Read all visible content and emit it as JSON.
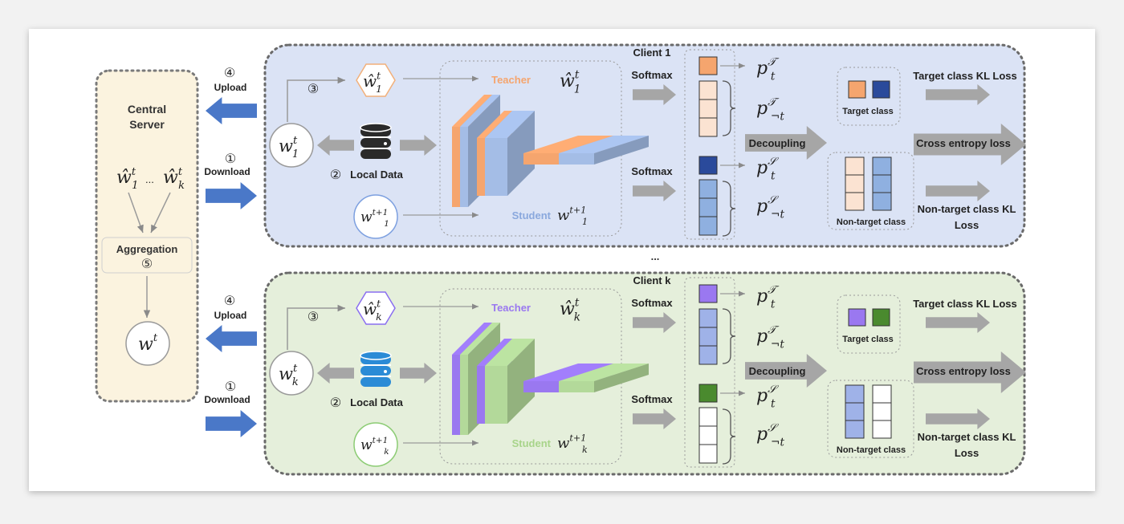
{
  "server": {
    "title_line1": "Central",
    "title_line2": "Server",
    "w_hat_1": "ŵ",
    "w_hat_1_sup": "t",
    "w_hat_1_sub": "1",
    "dots": "...",
    "w_hat_k": "ŵ",
    "w_hat_k_sup": "t",
    "w_hat_k_sub": "k",
    "aggregation": "Aggregation",
    "aggregation_step": "⑤",
    "w_global": "w",
    "w_global_sup": "t"
  },
  "between_clients": "...",
  "clients": [
    {
      "title": "Client 1",
      "upload_step": "④",
      "upload_label": "Upload",
      "download_step": "①",
      "download_label": "Download",
      "step3": "③",
      "step2": "②",
      "local_data": "Local Data",
      "teacher_label": "Teacher",
      "teacher_w": "ŵ",
      "teacher_sup": "t",
      "teacher_sub": "1",
      "student_label": "Student",
      "student_w": "w",
      "student_sup": "t+1",
      "student_sub": "1",
      "local_w": "w",
      "local_sup": "t",
      "local_sub": "1",
      "hex_w": "ŵ",
      "hex_sup": "t",
      "hex_sub": "1",
      "next_w": "w",
      "next_sup": "t+1",
      "next_sub": "1",
      "softmax_teacher": "Softmax",
      "softmax_student": "Softmax",
      "p_teacher_target": "p",
      "p_teacher_target_sup": "𝒯",
      "p_teacher_target_sub": "t",
      "p_teacher_nontarget": "p",
      "p_teacher_nontarget_sup": "𝒯",
      "p_teacher_nontarget_sub": "¬t",
      "p_student_target": "p",
      "p_student_target_sup": "𝒮",
      "p_student_target_sub": "t",
      "p_student_nontarget": "p",
      "p_student_nontarget_sup": "𝒮",
      "p_student_nontarget_sub": "¬t",
      "decoupling": "Decoupling",
      "target_class": "Target class",
      "non_target_class": "Non-target class",
      "loss_target": "Target class KL Loss",
      "loss_ce": "Cross entropy loss",
      "loss_nontarget_line1": "Non-target class KL",
      "loss_nontarget_line2": "Loss",
      "colors": {
        "panel": "#dbe3f5",
        "teacher": "#f5a56e",
        "student": "#a4bde6",
        "teacher_label": "#f5a56e",
        "student_label": "#8aa8dd",
        "teacher_target": "#f5a56e",
        "teacher_nontarget": "#fbe3d2",
        "student_target": "#2a4a9b",
        "student_nontarget": "#8fb0e0",
        "hex_stroke": "#f2b07a",
        "next_stroke": "#7da0e0",
        "db": "#2a2a2a"
      }
    },
    {
      "title": "Client k",
      "upload_step": "④",
      "upload_label": "Upload",
      "download_step": "①",
      "download_label": "Download",
      "step3": "③",
      "step2": "②",
      "local_data": "Local Data",
      "teacher_label": "Teacher",
      "teacher_w": "ŵ",
      "teacher_sup": "t",
      "teacher_sub": "k",
      "student_label": "Student",
      "student_w": "w",
      "student_sup": "t+1",
      "student_sub": "k",
      "local_w": "w",
      "local_sup": "t",
      "local_sub": "k",
      "hex_w": "ŵ",
      "hex_sup": "t",
      "hex_sub": "k",
      "next_w": "w",
      "next_sup": "t+1",
      "next_sub": "k",
      "softmax_teacher": "Softmax",
      "softmax_student": "Softmax",
      "p_teacher_target": "p",
      "p_teacher_target_sup": "𝒯",
      "p_teacher_target_sub": "t",
      "p_teacher_nontarget": "p",
      "p_teacher_nontarget_sup": "𝒯",
      "p_teacher_nontarget_sub": "¬t",
      "p_student_target": "p",
      "p_student_target_sup": "𝒮",
      "p_student_target_sub": "t",
      "p_student_nontarget": "p",
      "p_student_nontarget_sup": "𝒮",
      "p_student_nontarget_sub": "¬t",
      "decoupling": "Decoupling",
      "target_class": "Target class",
      "non_target_class": "Non-target class",
      "loss_target": "Target class KL Loss",
      "loss_ce": "Cross entropy loss",
      "loss_nontarget_line1": "Non-target class KL",
      "loss_nontarget_line2": "Loss",
      "colors": {
        "panel": "#e5efdb",
        "teacher": "#9a78f0",
        "student": "#b3d99a",
        "teacher_label": "#9a78f0",
        "student_label": "#a8d48a",
        "teacher_target": "#9a78f0",
        "teacher_nontarget": "#9fb2e8",
        "student_target": "#4a8a2e",
        "student_nontarget": "#ffffff",
        "hex_stroke": "#8a6ef0",
        "next_stroke": "#8ccc74",
        "db": "#2b8bd6"
      }
    }
  ]
}
